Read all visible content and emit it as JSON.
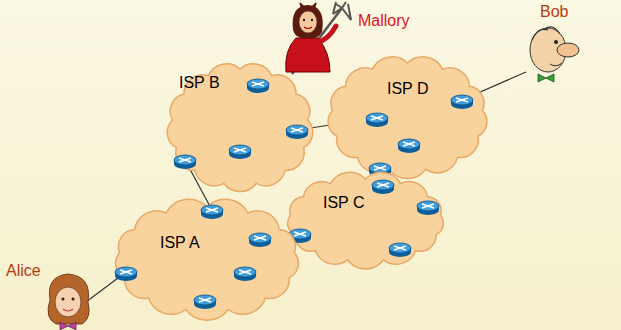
{
  "diagram": {
    "nodes": [
      {
        "text": [
          "ISP B"
        ]
      },
      {
        "text": [
          "ISP D"
        ]
      },
      {
        "text": [
          "ISP C"
        ]
      },
      {
        "text": [
          "ISP A"
        ]
      }
    ],
    "edges": [
      {
        "from": 0,
        "to": 1,
        "arrow": "none"
      },
      {
        "from": 3,
        "to": 0,
        "arrow": "none"
      },
      {
        "from": 3,
        "to": 2,
        "arrow": "none"
      },
      {
        "from": 2,
        "to": 1,
        "arrow": "none"
      }
    ],
    "labels": [
      "Mallory",
      "Bob",
      "Alice"
    ]
  }
}
